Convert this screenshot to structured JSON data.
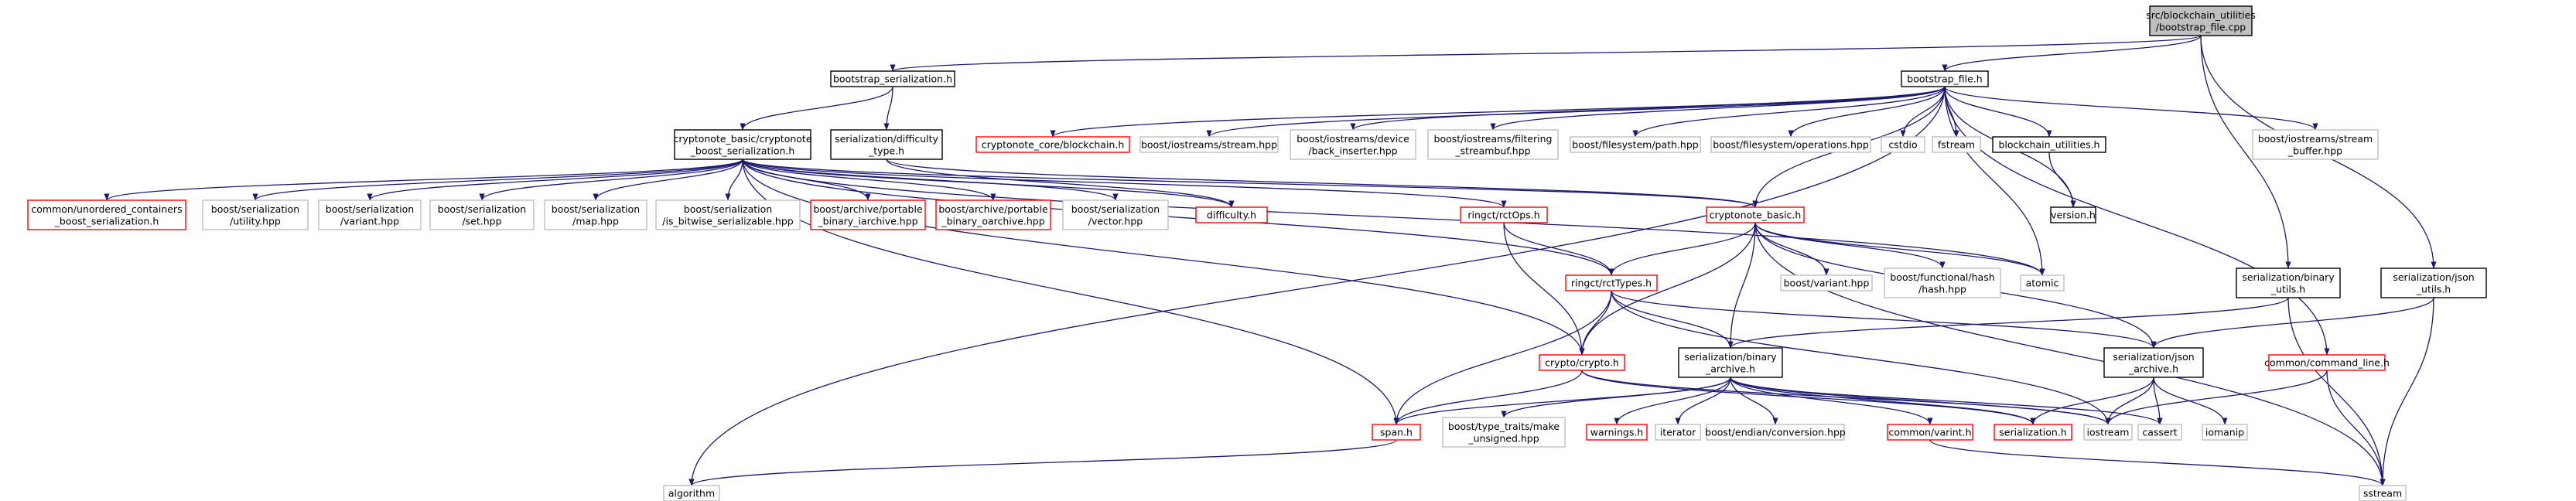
{
  "diagram": {
    "type": "include-dependency-graph",
    "colors": {
      "edge": "#191970",
      "root_fill": "#bfbfbf",
      "documented_border": "#000000",
      "undocumented_border": "#bfbfbf",
      "missing_border": "#ff0000"
    },
    "nodes": [
      {
        "id": "root",
        "lines": [
          "src/blockchain_utilities",
          "/bootstrap_file.cpp"
        ],
        "kind": "root"
      },
      {
        "id": "bootstrap_serialization",
        "lines": [
          "bootstrap_serialization.h"
        ],
        "kind": "documented"
      },
      {
        "id": "bootstrap_file",
        "lines": [
          "bootstrap_file.h"
        ],
        "kind": "documented"
      },
      {
        "id": "boost_ser",
        "lines": [
          "cryptonote_basic/cryptonote",
          "_boost_serialization.h"
        ],
        "kind": "documented"
      },
      {
        "id": "difficulty_type",
        "lines": [
          "serialization/difficulty",
          "_type.h"
        ],
        "kind": "documented"
      },
      {
        "id": "blockchain",
        "lines": [
          "cryptonote_core/blockchain.h"
        ],
        "kind": "missing"
      },
      {
        "id": "stream_hpp",
        "lines": [
          "boost/iostreams/stream.hpp"
        ],
        "kind": "undocumented"
      },
      {
        "id": "back_inserter",
        "lines": [
          "boost/iostreams/device",
          "/back_inserter.hpp"
        ],
        "kind": "undocumented"
      },
      {
        "id": "filtering",
        "lines": [
          "boost/iostreams/filtering",
          "_streambuf.hpp"
        ],
        "kind": "undocumented"
      },
      {
        "id": "path_hpp",
        "lines": [
          "boost/filesystem/path.hpp"
        ],
        "kind": "undocumented"
      },
      {
        "id": "operations",
        "lines": [
          "boost/filesystem/operations.hpp"
        ],
        "kind": "undocumented"
      },
      {
        "id": "cstdio",
        "lines": [
          "cstdio"
        ],
        "kind": "undocumented"
      },
      {
        "id": "fstream",
        "lines": [
          "fstream"
        ],
        "kind": "undocumented"
      },
      {
        "id": "blockchain_utilities",
        "lines": [
          "blockchain_utilities.h"
        ],
        "kind": "documented"
      },
      {
        "id": "stream_buffer",
        "lines": [
          "boost/iostreams/stream",
          "_buffer.hpp"
        ],
        "kind": "undocumented"
      },
      {
        "id": "unordered",
        "lines": [
          "common/unordered_containers",
          "_boost_serialization.h"
        ],
        "kind": "missing"
      },
      {
        "id": "utility_hpp",
        "lines": [
          "boost/serialization",
          "/utility.hpp"
        ],
        "kind": "undocumented"
      },
      {
        "id": "variant_ser",
        "lines": [
          "boost/serialization",
          "/variant.hpp"
        ],
        "kind": "undocumented"
      },
      {
        "id": "set_hpp",
        "lines": [
          "boost/serialization",
          "/set.hpp"
        ],
        "kind": "undocumented"
      },
      {
        "id": "map_hpp",
        "lines": [
          "boost/serialization",
          "/map.hpp"
        ],
        "kind": "undocumented"
      },
      {
        "id": "is_bitwise",
        "lines": [
          "boost/serialization",
          "/is_bitwise_serializable.hpp"
        ],
        "kind": "undocumented"
      },
      {
        "id": "portable_iarchive",
        "lines": [
          "boost/archive/portable",
          "_binary_iarchive.hpp"
        ],
        "kind": "missing"
      },
      {
        "id": "portable_oarchive",
        "lines": [
          "boost/archive/portable",
          "_binary_oarchive.hpp"
        ],
        "kind": "missing"
      },
      {
        "id": "vector_hpp",
        "lines": [
          "boost/serialization",
          "/vector.hpp"
        ],
        "kind": "undocumented"
      },
      {
        "id": "difficulty_h",
        "lines": [
          "difficulty.h"
        ],
        "kind": "missing"
      },
      {
        "id": "rctOps",
        "lines": [
          "ringct/rctOps.h"
        ],
        "kind": "missing"
      },
      {
        "id": "cryptonote_basic",
        "lines": [
          "cryptonote_basic.h"
        ],
        "kind": "missing"
      },
      {
        "id": "version_h",
        "lines": [
          "version.h"
        ],
        "kind": "documented"
      },
      {
        "id": "rctTypes",
        "lines": [
          "ringct/rctTypes.h"
        ],
        "kind": "missing"
      },
      {
        "id": "boost_variant",
        "lines": [
          "boost/variant.hpp"
        ],
        "kind": "undocumented"
      },
      {
        "id": "hash_hpp",
        "lines": [
          "boost/functional/hash",
          "/hash.hpp"
        ],
        "kind": "undocumented"
      },
      {
        "id": "atomic",
        "lines": [
          "atomic"
        ],
        "kind": "undocumented"
      },
      {
        "id": "ser_binary",
        "lines": [
          "serialization/binary",
          "_utils.h"
        ],
        "kind": "documented"
      },
      {
        "id": "ser_json_utils",
        "lines": [
          "serialization/json",
          "_utils.h"
        ],
        "kind": "documented"
      },
      {
        "id": "crypto_h",
        "lines": [
          "crypto/crypto.h"
        ],
        "kind": "missing"
      },
      {
        "id": "binary_archive",
        "lines": [
          "serialization/binary",
          "_archive.h"
        ],
        "kind": "documented"
      },
      {
        "id": "json_archive",
        "lines": [
          "serialization/json",
          "_archive.h"
        ],
        "kind": "documented"
      },
      {
        "id": "command_line",
        "lines": [
          "common/command_line.h"
        ],
        "kind": "missing"
      },
      {
        "id": "span_h",
        "lines": [
          "span.h"
        ],
        "kind": "missing"
      },
      {
        "id": "make_unsigned",
        "lines": [
          "boost/type_traits/make",
          "_unsigned.hpp"
        ],
        "kind": "undocumented"
      },
      {
        "id": "warnings_h",
        "lines": [
          "warnings.h"
        ],
        "kind": "missing"
      },
      {
        "id": "iterator",
        "lines": [
          "iterator"
        ],
        "kind": "undocumented"
      },
      {
        "id": "endian",
        "lines": [
          "boost/endian/conversion.hpp"
        ],
        "kind": "undocumented"
      },
      {
        "id": "varint",
        "lines": [
          "common/varint.h"
        ],
        "kind": "missing"
      },
      {
        "id": "serialization_h",
        "lines": [
          "serialization.h"
        ],
        "kind": "missing"
      },
      {
        "id": "iostream",
        "lines": [
          "iostream"
        ],
        "kind": "undocumented"
      },
      {
        "id": "cassert",
        "lines": [
          "cassert"
        ],
        "kind": "undocumented"
      },
      {
        "id": "iomanip",
        "lines": [
          "iomanip"
        ],
        "kind": "undocumented"
      },
      {
        "id": "algorithm",
        "lines": [
          "algorithm"
        ],
        "kind": "undocumented"
      },
      {
        "id": "sstream",
        "lines": [
          "sstream"
        ],
        "kind": "undocumented"
      }
    ],
    "edges": [
      [
        "root",
        "bootstrap_serialization"
      ],
      [
        "root",
        "bootstrap_file"
      ],
      [
        "root",
        "ser_binary"
      ],
      [
        "root",
        "ser_json_utils"
      ],
      [
        "bootstrap_serialization",
        "boost_ser"
      ],
      [
        "bootstrap_serialization",
        "difficulty_type"
      ],
      [
        "bootstrap_file",
        "blockchain"
      ],
      [
        "bootstrap_file",
        "stream_hpp"
      ],
      [
        "bootstrap_file",
        "back_inserter"
      ],
      [
        "bootstrap_file",
        "filtering"
      ],
      [
        "bootstrap_file",
        "path_hpp"
      ],
      [
        "bootstrap_file",
        "operations"
      ],
      [
        "bootstrap_file",
        "cstdio"
      ],
      [
        "bootstrap_file",
        "fstream"
      ],
      [
        "bootstrap_file",
        "blockchain_utilities"
      ],
      [
        "bootstrap_file",
        "stream_buffer"
      ],
      [
        "bootstrap_file",
        "cryptonote_basic"
      ],
      [
        "bootstrap_file",
        "algorithm"
      ],
      [
        "bootstrap_file",
        "atomic"
      ],
      [
        "bootstrap_file",
        "version_h"
      ],
      [
        "bootstrap_file",
        "command_line"
      ],
      [
        "blockchain_utilities",
        "version_h"
      ],
      [
        "boost_ser",
        "unordered"
      ],
      [
        "boost_ser",
        "utility_hpp"
      ],
      [
        "boost_ser",
        "variant_ser"
      ],
      [
        "boost_ser",
        "set_hpp"
      ],
      [
        "boost_ser",
        "map_hpp"
      ],
      [
        "boost_ser",
        "is_bitwise"
      ],
      [
        "boost_ser",
        "portable_iarchive"
      ],
      [
        "boost_ser",
        "portable_oarchive"
      ],
      [
        "boost_ser",
        "vector_hpp"
      ],
      [
        "boost_ser",
        "difficulty_h"
      ],
      [
        "boost_ser",
        "rctOps"
      ],
      [
        "boost_ser",
        "cryptonote_basic"
      ],
      [
        "boost_ser",
        "rctTypes"
      ],
      [
        "boost_ser",
        "crypto_h"
      ],
      [
        "boost_ser",
        "span_h"
      ],
      [
        "boost_ser",
        "atomic"
      ],
      [
        "difficulty_type",
        "difficulty_h"
      ],
      [
        "difficulty_type",
        "cryptonote_basic"
      ],
      [
        "rctOps",
        "rctTypes"
      ],
      [
        "rctOps",
        "crypto_h"
      ],
      [
        "cryptonote_basic",
        "rctTypes"
      ],
      [
        "cryptonote_basic",
        "boost_variant"
      ],
      [
        "cryptonote_basic",
        "hash_hpp"
      ],
      [
        "cryptonote_basic",
        "atomic"
      ],
      [
        "cryptonote_basic",
        "crypto_h"
      ],
      [
        "cryptonote_basic",
        "binary_archive"
      ],
      [
        "cryptonote_basic",
        "json_archive"
      ],
      [
        "cryptonote_basic",
        "sstream"
      ],
      [
        "rctTypes",
        "crypto_h"
      ],
      [
        "rctTypes",
        "binary_archive"
      ],
      [
        "rctTypes",
        "json_archive"
      ],
      [
        "rctTypes",
        "span_h"
      ],
      [
        "rctTypes",
        "iostream"
      ],
      [
        "ser_binary",
        "binary_archive"
      ],
      [
        "ser_binary",
        "sstream"
      ],
      [
        "ser_json_utils",
        "json_archive"
      ],
      [
        "ser_json_utils",
        "sstream"
      ],
      [
        "crypto_h",
        "span_h"
      ],
      [
        "crypto_h",
        "serialization_h"
      ],
      [
        "crypto_h",
        "iostream"
      ],
      [
        "binary_archive",
        "span_h"
      ],
      [
        "binary_archive",
        "make_unsigned"
      ],
      [
        "binary_archive",
        "warnings_h"
      ],
      [
        "binary_archive",
        "iterator"
      ],
      [
        "binary_archive",
        "endian"
      ],
      [
        "binary_archive",
        "varint"
      ],
      [
        "binary_archive",
        "serialization_h"
      ],
      [
        "binary_archive",
        "iostream"
      ],
      [
        "binary_archive",
        "cassert"
      ],
      [
        "json_archive",
        "serialization_h"
      ],
      [
        "json_archive",
        "iostream"
      ],
      [
        "json_archive",
        "cassert"
      ],
      [
        "json_archive",
        "iomanip"
      ],
      [
        "command_line",
        "iostream"
      ],
      [
        "command_line",
        "sstream"
      ],
      [
        "span_h",
        "algorithm"
      ],
      [
        "varint",
        "sstream"
      ]
    ]
  }
}
